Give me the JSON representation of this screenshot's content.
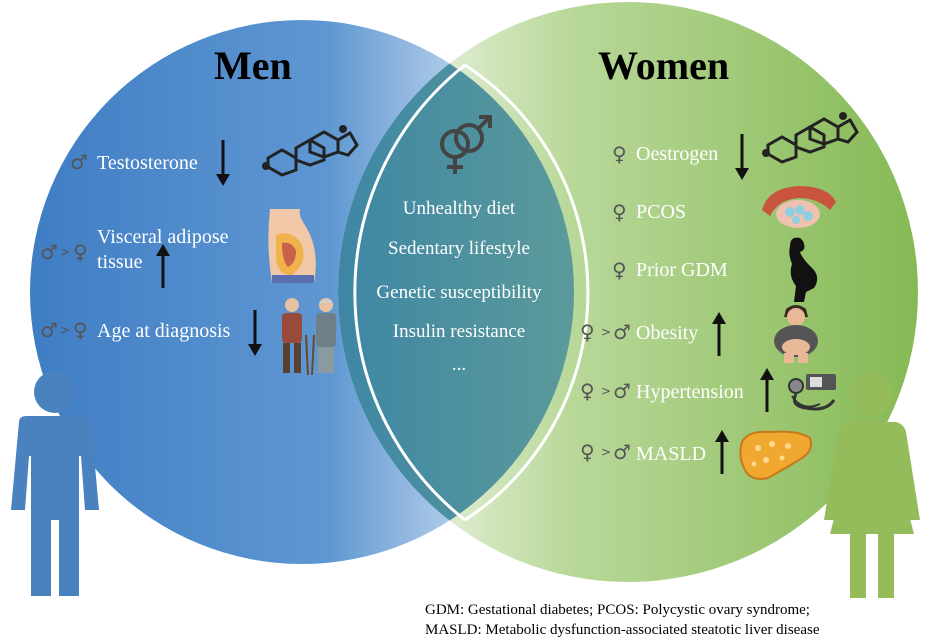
{
  "men": {
    "title": "Men",
    "items": [
      {
        "prefix": "♂",
        "label": "Testosterone",
        "trend": "down"
      },
      {
        "prefix": "♂ > ♀",
        "label": "Visceral adipose tissue",
        "label_lines": [
          "Visceral adipose",
          "tissue"
        ],
        "trend": "up"
      },
      {
        "prefix": "♂ > ♀",
        "label": "Age at diagnosis",
        "trend": "down"
      }
    ]
  },
  "women": {
    "title": "Women",
    "items": [
      {
        "prefix": "♀",
        "label": "Oestrogen",
        "trend": "down"
      },
      {
        "prefix": "♀",
        "label": "PCOS",
        "trend": ""
      },
      {
        "prefix": "♀",
        "label": "Prior GDM",
        "trend": ""
      },
      {
        "prefix": "♀ > ♂",
        "label": "Obesity",
        "trend": "up"
      },
      {
        "prefix": "♀ > ♂",
        "label": "Hypertension",
        "trend": "up"
      },
      {
        "prefix": "♀ > ♂",
        "label": "MASLD",
        "trend": "up"
      }
    ]
  },
  "shared": {
    "items": [
      "Unhealthy diet",
      "Sedentary lifestyle",
      "Genetic susceptibility",
      "Insulin resistance",
      "..."
    ]
  },
  "symbols": {
    "male": "♂",
    "female": "♀",
    "greater": ">"
  },
  "footnote": {
    "line1": "GDM: Gestational diabetes; PCOS: Polycystic ovary syndrome;",
    "line2": "MASLD: Metabolic dysfunction-associated steatotic liver disease"
  },
  "icons": [
    "steroid-molecule-icon",
    "abdomen-fat-icon",
    "elderly-couple-icon",
    "ovary-icon",
    "pregnant-woman-icon",
    "obese-woman-icon",
    "blood-pressure-monitor-icon",
    "fatty-liver-icon",
    "gender-symbol-icon",
    "man-silhouette-icon",
    "woman-silhouette-icon",
    "arrow-up-icon",
    "arrow-down-icon"
  ],
  "colors": {
    "men_blue": "#4a86c8",
    "women_green": "#8ebd5c",
    "overlap": "#5a9a96",
    "man_figure": "#4a82c0",
    "woman_figure": "#95bc5a"
  }
}
